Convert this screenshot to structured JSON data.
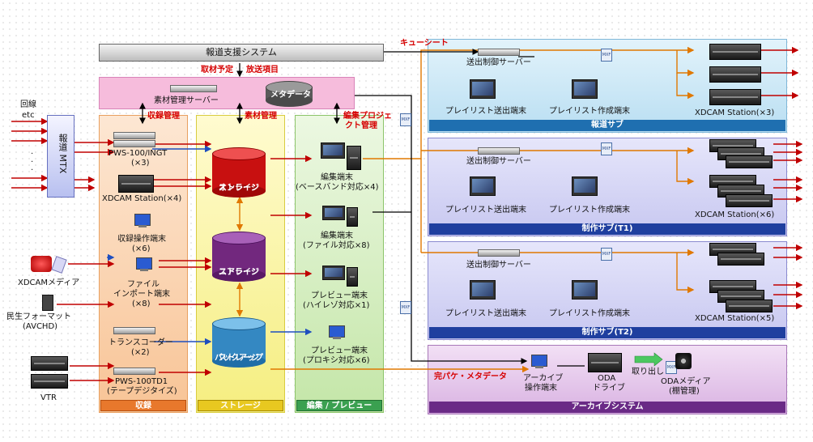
{
  "header": {
    "system_title": "報道支援システム"
  },
  "labels": {
    "cue_sheet": "キューシート",
    "coverage_plan": "取材予定",
    "broadcast_items": "放送項目",
    "material_server": "素材管理サーバー",
    "metadata": "メタデータ",
    "recording_mgmt": "収録管理",
    "material_mgmt": "素材管理",
    "edit_project_mgmt_1": "編集プロジェ",
    "edit_project_mgmt_2": "クト管理",
    "line_1": "回線",
    "line_2": "etc",
    "mtx": "報道 MTX",
    "xdcam_media": "XDCAMメディア",
    "consumer_format_1": "民生フォーマット",
    "consumer_format_2": "(AVCHD)",
    "vtr": "VTR",
    "full_package_meta": "完パケ・メタデータ",
    "take_out": "取り出し"
  },
  "recording": {
    "pws_ingt_1": "PWS-100/INGT",
    "pws_ingt_2": "(×3)",
    "xdcam_station": "XDCAM Station(×4)",
    "rec_terminal_1": "収録操作端末",
    "rec_terminal_2": "(×6)",
    "file_import_1": "ファイル",
    "file_import_2": "インポート端末",
    "file_import_3": "(×8)",
    "transcoder_1": "トランスコーダー",
    "transcoder_2": "(×2)",
    "pws_td1_1": "PWS-100TD1",
    "pws_td1_2": "(テープデジタイズ)",
    "bar": "収録"
  },
  "storage": {
    "online_1": "オンライン",
    "online_2": "ストレージ",
    "nearline_1": "ニアライン",
    "nearline_2": "ストレージ",
    "backup_1": "バックアップ",
    "backup_2": "ストレージ",
    "bar": "ストレージ"
  },
  "edit": {
    "edit_bb_1": "編集端末",
    "edit_bb_2": "(ベースバンド対応×4)",
    "edit_file_1": "編集端末",
    "edit_file_2": "(ファイル対応×8)",
    "preview_hr_1": "プレビュー端末",
    "preview_hr_2": "(ハイレゾ対応×1)",
    "preview_px_1": "プレビュー端末",
    "preview_px_2": "(プロキシ対応×6)",
    "bar": "編集 / プレビュー"
  },
  "subs": [
    {
      "server": "送出制御サーバー",
      "playlist_send": "プレイリスト送出端末",
      "playlist_make": "プレイリスト作成端末",
      "station": "XDCAM Station(×3)",
      "bar": "報道サブ"
    },
    {
      "server": "送出制御サーバー",
      "playlist_send": "プレイリスト送出端末",
      "playlist_make": "プレイリスト作成端末",
      "station": "XDCAM Station(×6)",
      "bar": "制作サブ(T1)"
    },
    {
      "server": "送出制御サーバー",
      "playlist_send": "プレイリスト送出端末",
      "playlist_make": "プレイリスト作成端末",
      "station": "XDCAM Station(×5)",
      "bar": "制作サブ(T2)"
    }
  ],
  "archive": {
    "terminal_1": "アーカイブ",
    "terminal_2": "操作端末",
    "oda_drive_1": "ODA",
    "oda_drive_2": "ドライブ",
    "oda_media_1": "ODAメディア",
    "oda_media_2": "(棚管理)",
    "bar": "アーカイブシステム"
  },
  "icons": {
    "mxf": "MXF"
  },
  "colors": {
    "red_arrow": "#c00000",
    "blue_arrow": "#1f4fbf",
    "orange_arrow": "#e07800",
    "black_arrow": "#000000",
    "recording_zone": "#fcd9b8",
    "storage_zone": "#fbf7a8",
    "edit_zone": "#d7f0c4",
    "sub_zone": "#cfe9f7",
    "sub_zone_2": "#d9d9f5",
    "archive_zone": "#e4c9ea",
    "pink_band": "#f4b6d8",
    "online": "#d01010",
    "nearline": "#7a2a8c",
    "backup": "#3a8fc8"
  }
}
